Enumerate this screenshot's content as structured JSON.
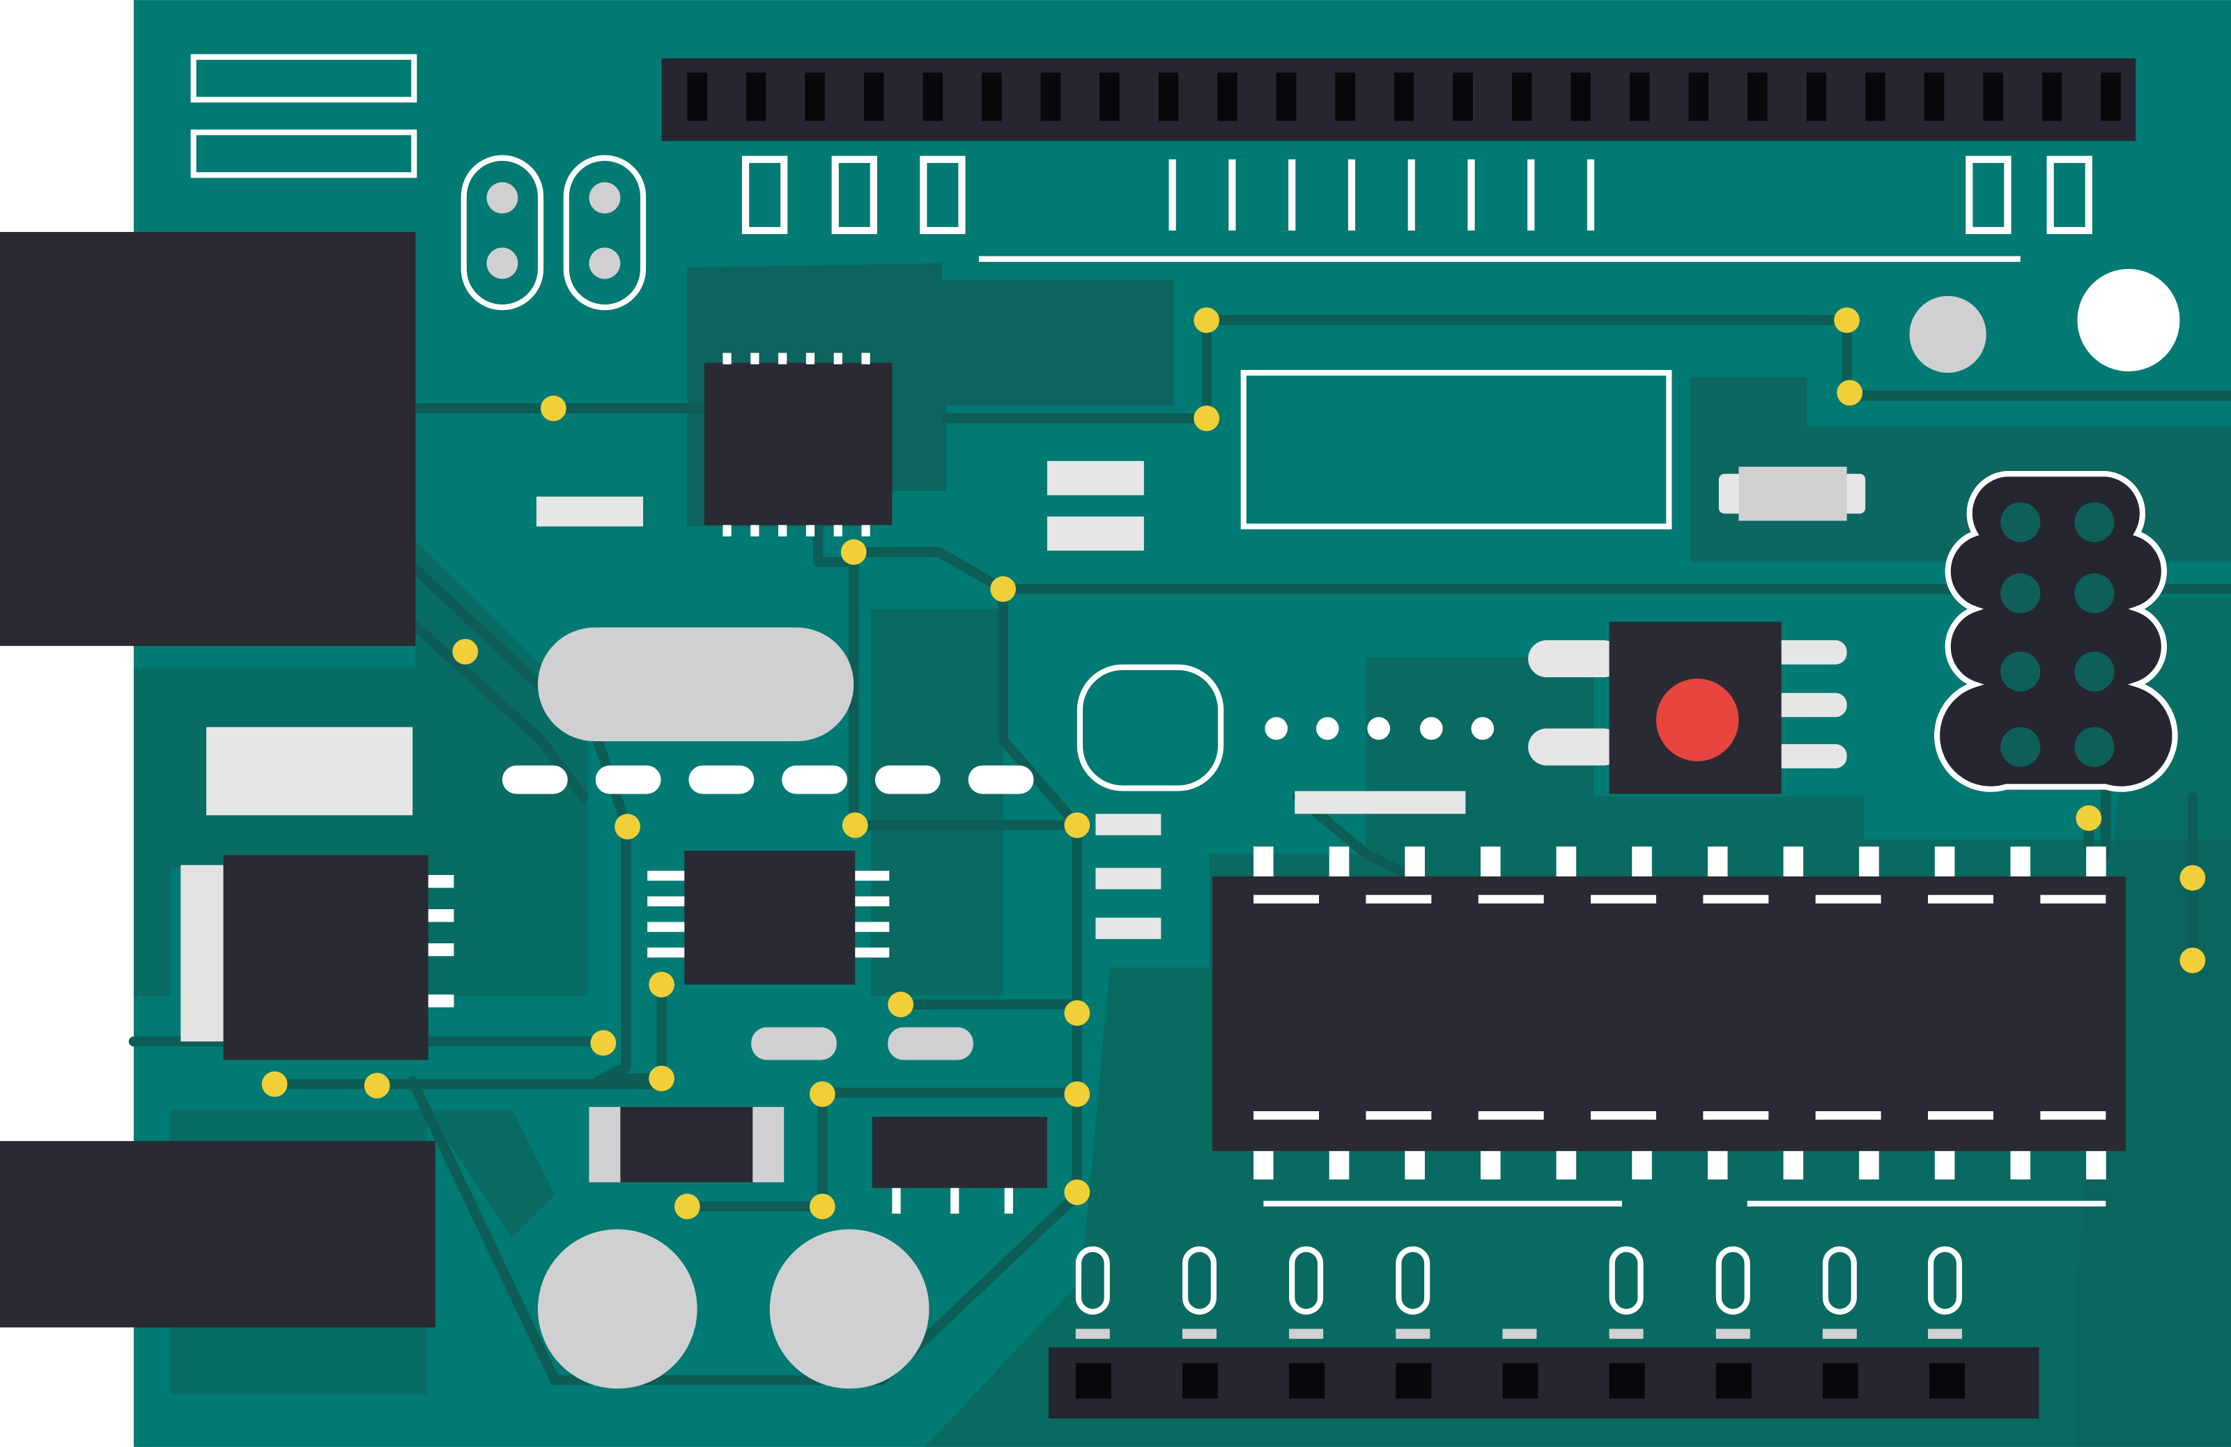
{
  "colors": {
    "background": "#ffffff",
    "board": "#007a72",
    "board_shade": "#0f5f59",
    "trace": "#0d5c56",
    "chip": "#2a2a33",
    "header": "#252630",
    "pin_hole": "#08080c",
    "silver": "#d0d0d2",
    "silkscreen": "#ffffff",
    "solder_dot": "#f0cf39",
    "reset_button": "#e94540",
    "led_gray": "#d0d0d2"
  },
  "components": {
    "usb_port": "usb-connector",
    "power_jack": "dc-power-jack",
    "top_header": {
      "pins": 25
    },
    "bottom_header": {
      "pins": 9
    },
    "icsp_header": {
      "pins": 8
    },
    "microcontroller": {
      "pins_per_side": 12
    },
    "capacitors": 2,
    "crystal": "oscillator",
    "reset_button": "reset-button"
  }
}
